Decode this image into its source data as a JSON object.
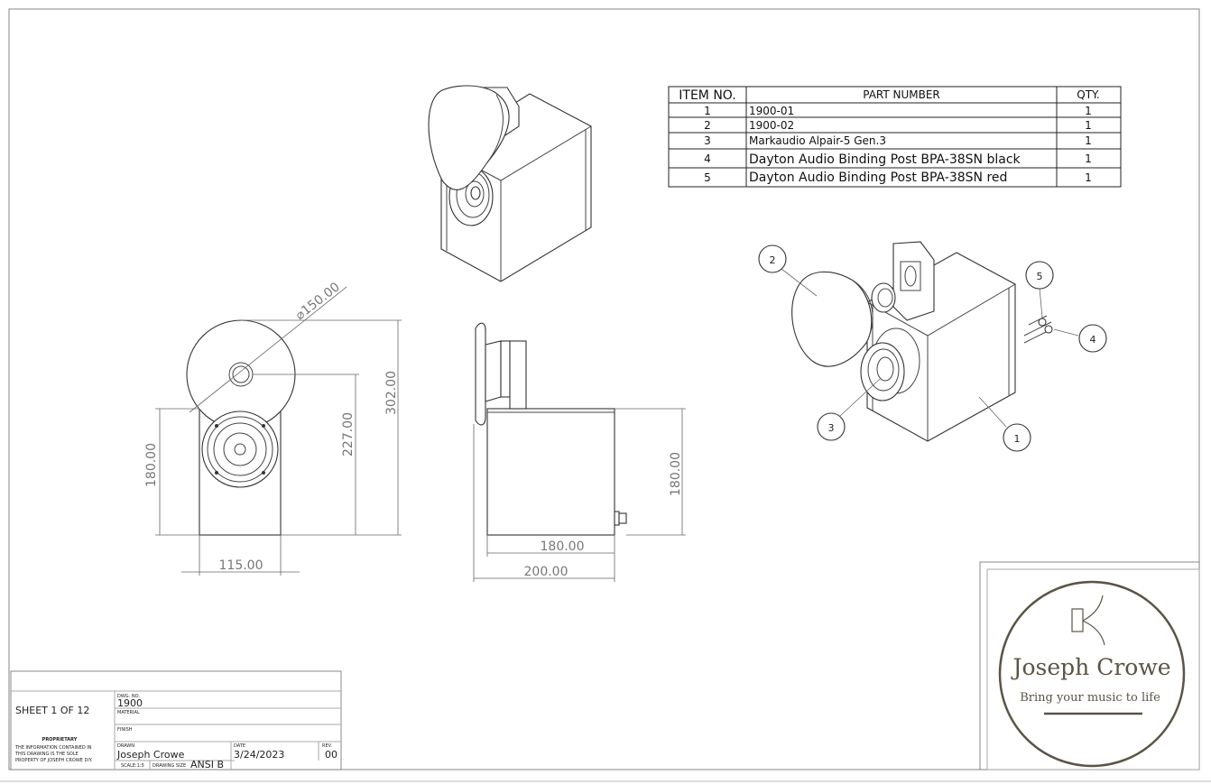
{
  "bom": {
    "headers": [
      "ITEM NO.",
      "PART NUMBER",
      "QTY."
    ],
    "rows": [
      {
        "item": "1",
        "part": "1900-01",
        "qty": "1"
      },
      {
        "item": "2",
        "part": "1900-02",
        "qty": "1"
      },
      {
        "item": "3",
        "part": "Markaudio Alpair-5 Gen.3",
        "qty": "1"
      },
      {
        "item": "4",
        "part": "Dayton Audio Binding Post BPA-38SN black",
        "qty": "1"
      },
      {
        "item": "5",
        "part": "Dayton Audio Binding Post BPA-38SN red",
        "qty": "1"
      }
    ]
  },
  "dimensions": {
    "diameter": "⌀150.00",
    "height_total": "302.00",
    "height_driver": "227.00",
    "height_box_front": "180.00",
    "width_front": "115.00",
    "height_box_side": "180.00",
    "depth_box": "180.00",
    "depth_total": "200.00"
  },
  "balloons": [
    "1",
    "2",
    "3",
    "4",
    "5"
  ],
  "title_block": {
    "sheet": "SHEET 1 OF 12",
    "dwg_no_label": "DWG. NO.",
    "dwg_no": "1900",
    "material_label": "MATERIAL",
    "finish_label": "FINISH",
    "proprietary_title": "PROPRIETARY",
    "proprietary_line1": "THE INFORMATION CONTAINED IN",
    "proprietary_line2": "THIS DRAWING IS THE SOLE",
    "proprietary_line3": "PROPERTY OF JOSEPH CROWE DIY.",
    "drawn_label": "DRAWN",
    "drawn": "Joseph Crowe",
    "date_label": "DATE",
    "date": "3/24/2023",
    "rev_label": "REV.",
    "rev": "00",
    "scale": "SCALE:1:5",
    "size_label": "DRAWING SIZE",
    "size": "ANSI B"
  },
  "logo": {
    "name": "Joseph Crowe",
    "tagline": "Bring your music to life",
    "color": "#5b5446"
  }
}
